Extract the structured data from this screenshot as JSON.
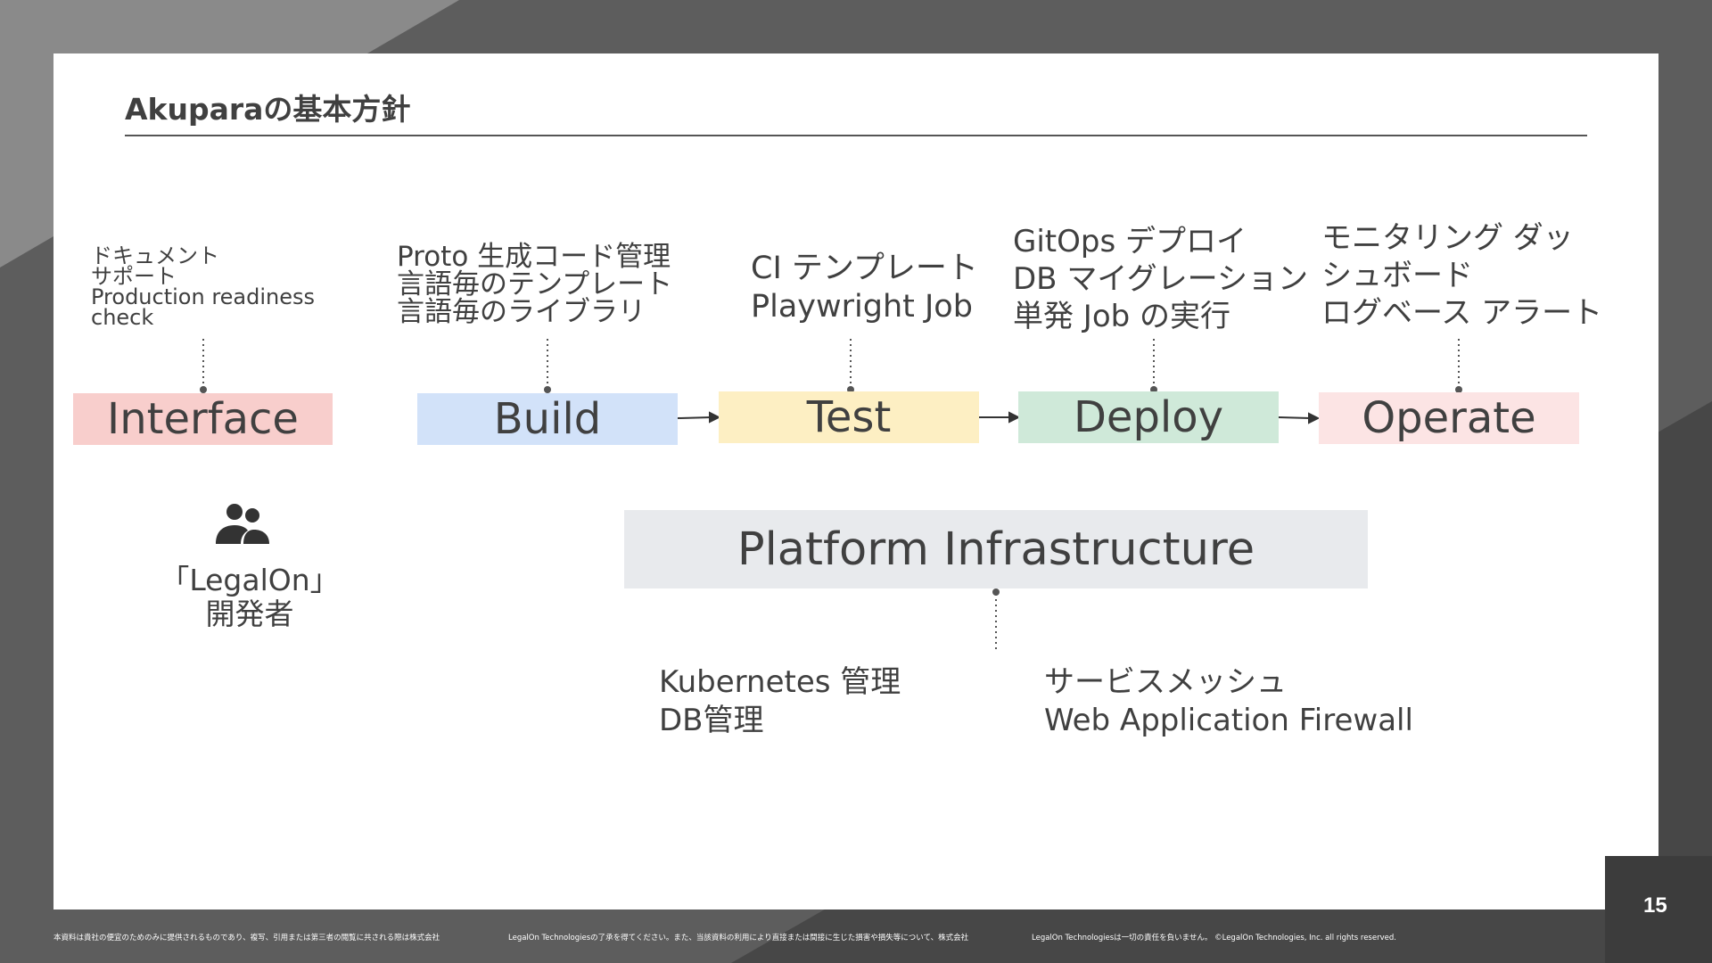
{
  "slide": {
    "title": "Akuparaの基本方針",
    "page_number": "15"
  },
  "colors": {
    "background": "#5d5d5d",
    "interface": "#f8cecc",
    "build": "#d2e2f9",
    "test": "#fdefc3",
    "deploy": "#cfe9d9",
    "operate": "#fce4e4",
    "platform": "#e8eaed"
  },
  "stages": {
    "interface": {
      "label": "Interface",
      "notes": [
        "ドキュメント",
        "サポート",
        "Production readiness",
        "check"
      ]
    },
    "build": {
      "label": "Build",
      "notes": [
        "Proto 生成コード管理",
        "言語毎のテンプレート",
        "言語毎のライブラリ"
      ]
    },
    "test": {
      "label": "Test",
      "notes": [
        "CI テンプレート",
        "Playwright Job"
      ]
    },
    "deploy": {
      "label": "Deploy",
      "notes": [
        "GitOps デプロイ",
        "DB マイグレーション",
        "単発 Job の実行"
      ]
    },
    "operate": {
      "label": "Operate",
      "notes": [
        "モニタリング ダッ",
        "シュボード",
        "ログベース アラート"
      ]
    }
  },
  "developer": {
    "icon": "people-icon",
    "line1": "「LegalOn」",
    "line2": "開発者"
  },
  "platform": {
    "label": "Platform Infrastructure",
    "notes_left": [
      "Kubernetes 管理",
      "DB管理"
    ],
    "notes_right": [
      "サービスメッシュ",
      "Web Application Firewall"
    ]
  },
  "footer": {
    "part1": "本資料は貴社の便宜のためのみに提供されるものであり、複写、引用または第三者の閲覧に共される際は株式会社",
    "part2": "LegalOn Technologiesの了承を得てください。また、当該資料の利用により直接または間接に生じた損害や損失等について、株式会社",
    "part3": "LegalOn Technologiesは一切の責任を負いません。 ©LegalOn Technologies, Inc. all rights reserved."
  }
}
